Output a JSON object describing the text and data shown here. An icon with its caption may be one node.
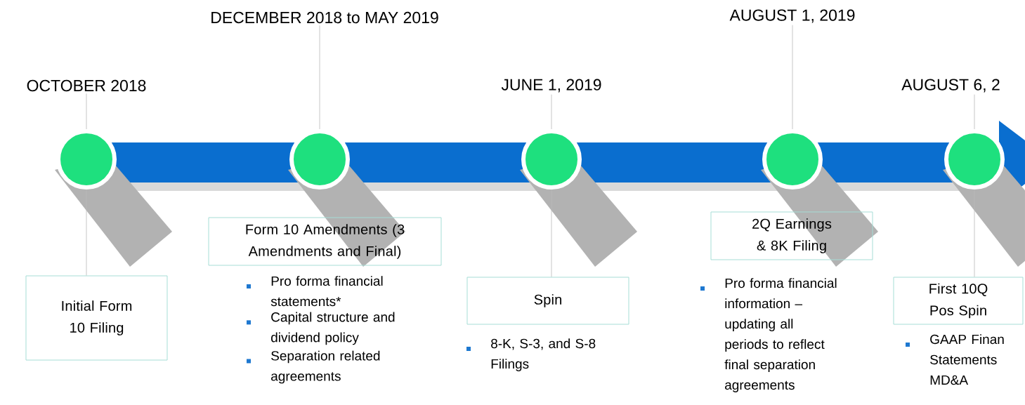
{
  "diagram": {
    "nodes": [
      {
        "text": [
          "OCTOBER 2018"
        ]
      },
      {
        "text": [
          "DECEMBER 2018 to MAY 2019"
        ]
      },
      {
        "text": [
          "JUNE 1, 2019"
        ]
      },
      {
        "text": [
          "AUGUST 1, 2019"
        ]
      },
      {
        "text": [
          "AUGUST 6, 2"
        ]
      },
      {
        "text": [],
        "shape": "circle"
      },
      {
        "text": [],
        "shape": "circle"
      },
      {
        "text": [],
        "shape": "circle"
      },
      {
        "text": [],
        "shape": "circle"
      },
      {
        "text": [],
        "shape": "circle"
      },
      {
        "text": [
          "Initial Form 10 Filing"
        ]
      },
      {
        "text": [
          "Form 10 Amendments (3 Amendments and Final)"
        ],
        "beside": [
          "Pro forma financial statements*",
          "Capital structure and dividend policy",
          "Separation related agreements"
        ]
      },
      {
        "text": [
          "Spin"
        ],
        "beside": [
          "8-K, S-3, and S-8 Filings"
        ]
      },
      {
        "text": [
          "2Q Earnings & 8K Filing"
        ],
        "beside": [
          "Pro forma financial information – updating all periods to reflect final separation agreements"
        ]
      },
      {
        "text": [
          "First 10Q Pos Spin"
        ],
        "beside": [
          "GAAP Finan Statements MD&A"
        ]
      }
    ],
    "edges": [
      {
        "from": 0,
        "to": 5,
        "arrow": "none"
      },
      {
        "from": 1,
        "to": 6,
        "arrow": "none"
      },
      {
        "from": 2,
        "to": 7,
        "arrow": "none"
      },
      {
        "from": 3,
        "to": 8,
        "arrow": "none"
      },
      {
        "from": 4,
        "to": 9,
        "arrow": "none"
      },
      {
        "from": 5,
        "to": 10,
        "arrow": "none"
      },
      {
        "from": 7,
        "to": 12,
        "arrow": "none"
      },
      {
        "from": 9,
        "to": 14,
        "arrow": "none"
      }
    ]
  }
}
